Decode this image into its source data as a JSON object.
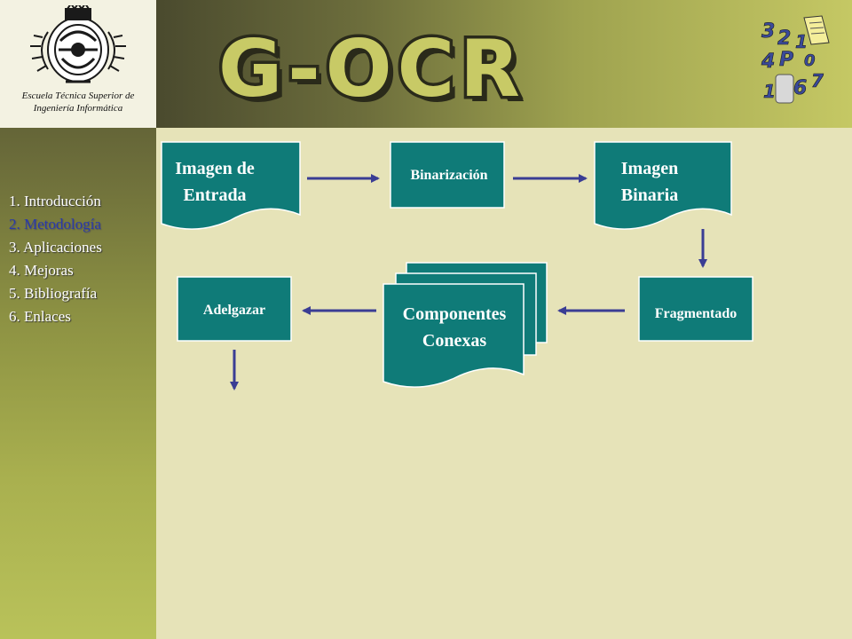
{
  "sidebar": {
    "school_name_line1": "Escuela Técnica Superior de",
    "school_name_line2": "Ingeniería Informática",
    "menu": [
      {
        "label": "1. Introducción",
        "active": false
      },
      {
        "label": "2. Metodología",
        "active": true
      },
      {
        "label": "3. Aplicaciones",
        "active": false
      },
      {
        "label": "4. Mejoras",
        "active": false
      },
      {
        "label": "5. Bibliografía",
        "active": false
      },
      {
        "label": "6. Enlaces",
        "active": false
      }
    ]
  },
  "header": {
    "title": "G-OCR",
    "icon": "ocr-characters-icon",
    "icon_glyphs": [
      "3",
      "2",
      "1",
      "4",
      "P",
      "0",
      "1",
      "6",
      "7"
    ]
  },
  "flow": {
    "imagen_entrada": [
      "Imagen de",
      "Entrada"
    ],
    "binarizacion": "Binarización",
    "imagen_binaria": [
      "Imagen",
      "Binaria"
    ],
    "fragmentado": "Fragmentado",
    "componentes_conexas": [
      "Componentes",
      "Conexas"
    ],
    "adelgazar": "Adelgazar"
  },
  "colors": {
    "box_fill": "#0f7b78",
    "arrow": "#3a3d94",
    "active_menu": "#2a3aa8",
    "content_bg": "#e6e3b8"
  }
}
